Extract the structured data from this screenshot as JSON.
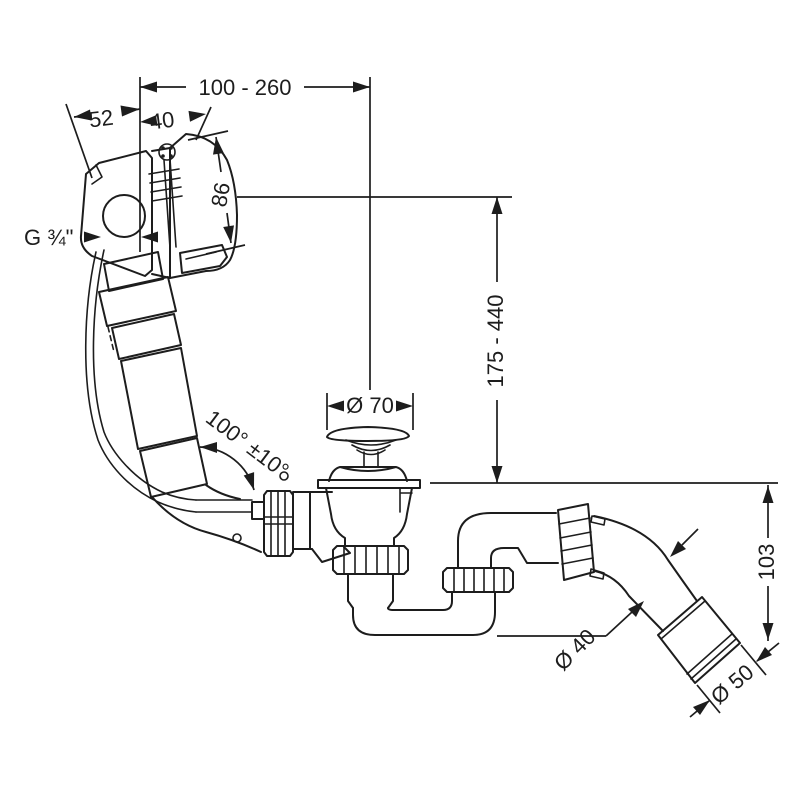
{
  "diagram": {
    "kind": "technical-dimension-drawing",
    "subject": "bath waste, overflow and filler set with swivel outlet",
    "background_color": "#ffffff",
    "line_color": "#1d1d1d"
  },
  "dims": {
    "top_width_range": "100 - 260",
    "overflow_offset": "52",
    "rosette_depth": "40",
    "overflow_height": "86",
    "thread_label": "G ¾\"",
    "plug_diameter": "Ø 70",
    "height_range": "175 - 440",
    "swivel_angle": "100° ±10°",
    "outlet_drop": "103",
    "pipe_diameter": "Ø 40",
    "outlet_diameter": "Ø 50"
  }
}
